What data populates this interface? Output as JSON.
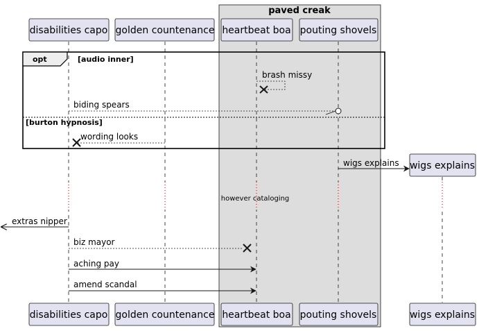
{
  "diagram": {
    "box": {
      "title": "paved creak",
      "fill": "#dddddd"
    },
    "participants": [
      "disabilities capo",
      "golden countenance",
      "heartbeat boa",
      "pouting shovels",
      "wigs explains"
    ],
    "fragment": {
      "operator": "opt",
      "guard1": "[audio inner]",
      "guard2": "[burton hypnosis]"
    },
    "messages": {
      "m1": "brash missy",
      "m2": "biding spears",
      "m3": "wording looks",
      "m4": "wigs explains",
      "m5": "extras nipper",
      "m6": "biz mayor",
      "m7": "aching pay",
      "m8": "amend scandal"
    },
    "delay": "however cataloging",
    "colors": {
      "participant_fill": "#e2e2f0",
      "participant_border": "#181818",
      "lifeline": "#181818",
      "delay_dots": "#b00000"
    }
  }
}
